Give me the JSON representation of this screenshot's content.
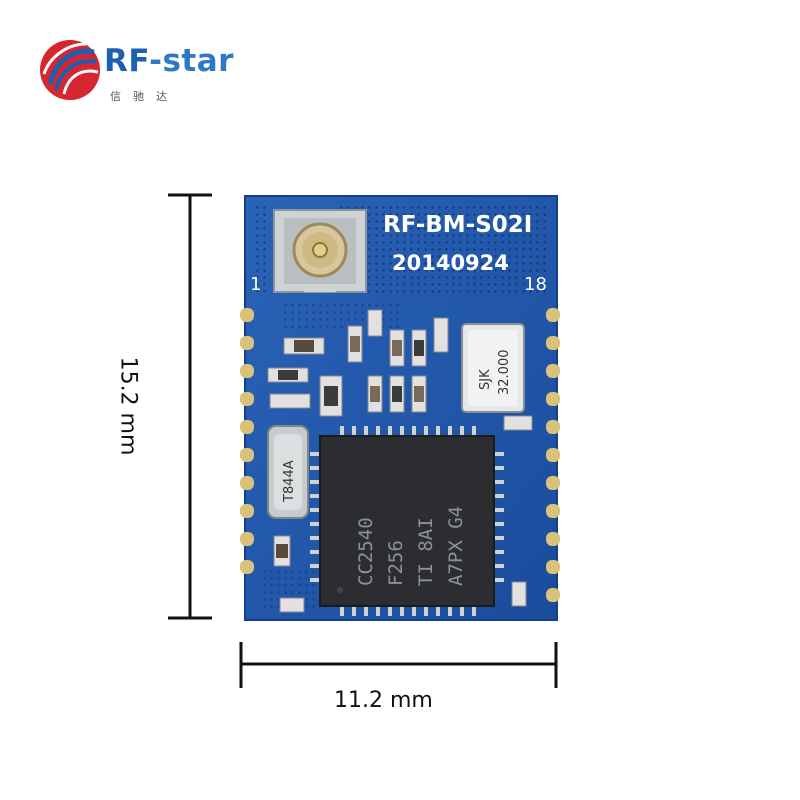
{
  "logo": {
    "brand_prefix": "RF",
    "brand_suffix": "-star",
    "brand_cn": "信驰达",
    "brand_color": "#1d5fb0",
    "accent_color": "#d6262f"
  },
  "module": {
    "model": "RF-BM-S02I",
    "date_code": "20140924",
    "pin_first": "1",
    "pin_last": "18",
    "crystal_line1": "SJK",
    "crystal_line2": "32.000",
    "xtal2_mark": "T844A",
    "chip_lines": [
      "CC2540",
      "F256",
      "TI  8AI",
      "A7PX G4"
    ],
    "pcb_color": "#1f55a8"
  },
  "dimensions": {
    "width": "11.2 mm",
    "height": "15.2 mm"
  }
}
